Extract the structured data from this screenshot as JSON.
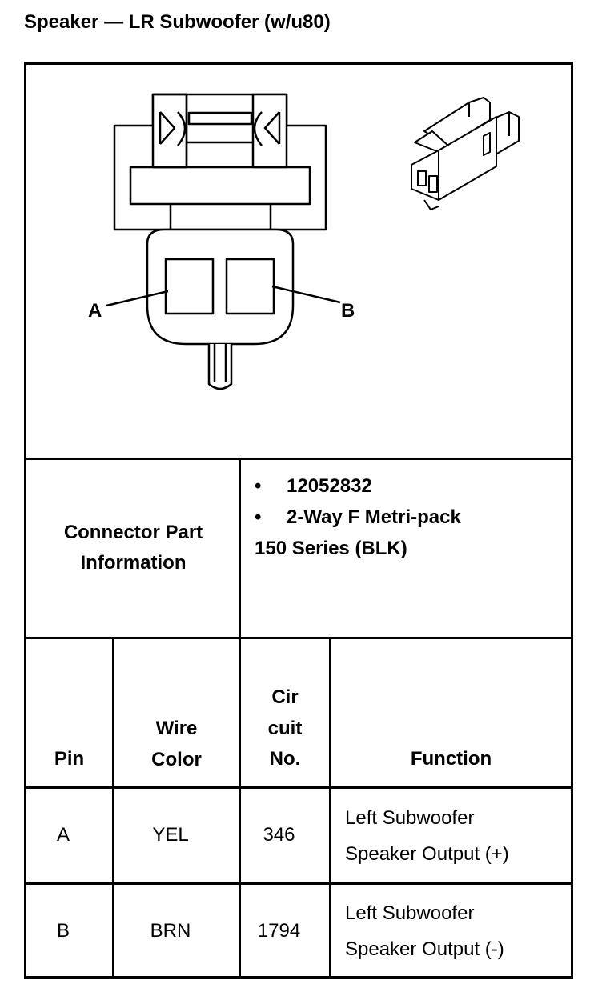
{
  "title": "Speaker — LR Subwoofer (w/u80)",
  "diagram": {
    "pin_labels": [
      "A",
      "B"
    ]
  },
  "connector_info": {
    "label_line1": "Connector Part",
    "label_line2": "Information",
    "items": [
      {
        "bullet": "•",
        "text": "12052832"
      },
      {
        "bullet": "•",
        "text": "2-Way F Metri-pack"
      },
      {
        "bullet": "",
        "text": "150 Series (BLK)"
      }
    ]
  },
  "table": {
    "headers": {
      "pin": "Pin",
      "wire_color_1": "Wire",
      "wire_color_2": "Color",
      "circuit_1": "Cir",
      "circuit_2": "cuit",
      "circuit_3": "No.",
      "function": "Function"
    },
    "rows": [
      {
        "pin": "A",
        "wire_color": "YEL",
        "circuit": "346",
        "function_1": "Left Subwoofer",
        "function_2": "Speaker Output (+)"
      },
      {
        "pin": "B",
        "wire_color": "BRN",
        "circuit": "1794",
        "function_1": "Left Subwoofer",
        "function_2": "Speaker Output (-)"
      }
    ]
  }
}
